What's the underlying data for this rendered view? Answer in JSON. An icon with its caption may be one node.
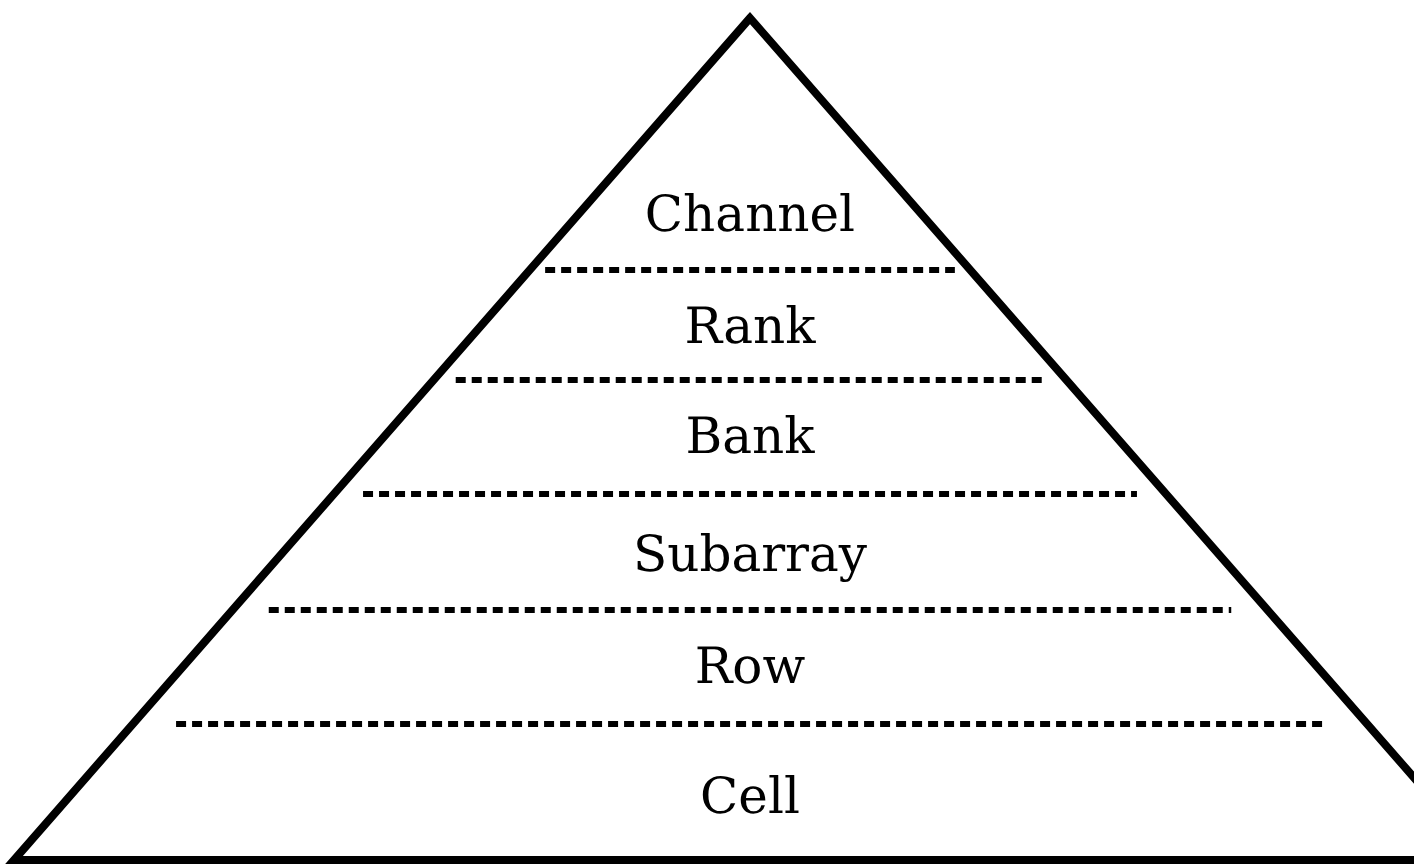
{
  "diagram": {
    "nodes": [
      {
        "text": [],
        "shape": "triangle"
      },
      {
        "text": [
          "Channel"
        ],
        "in": 0
      },
      {
        "text": [
          "Rank"
        ],
        "in": 0
      },
      {
        "text": [
          "Bank"
        ],
        "in": 0
      },
      {
        "text": [
          "Subarray"
        ],
        "in": 0
      },
      {
        "text": [
          "Row"
        ],
        "in": 0
      },
      {
        "text": [
          "Cell"
        ],
        "in": 0
      }
    ]
  }
}
